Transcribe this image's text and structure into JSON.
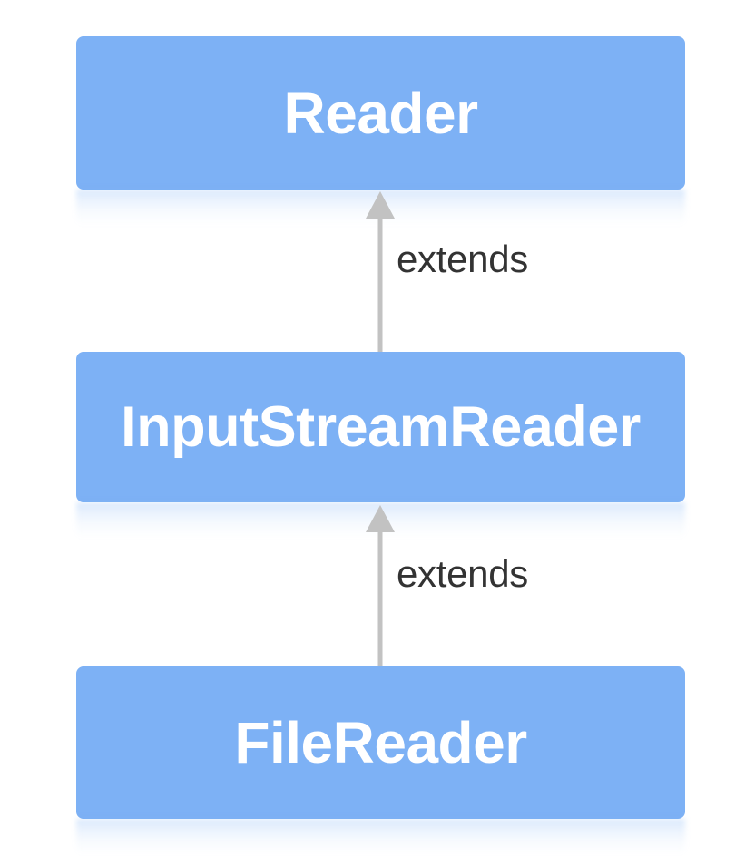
{
  "diagram": {
    "type": "class-hierarchy",
    "background_color": "#ffffff",
    "box_color": "#7db1f5",
    "box_text_color": "#ffffff",
    "arrow_color": "#c2c2c2",
    "label_color": "#333333",
    "classes": [
      {
        "name": "Reader"
      },
      {
        "name": "InputStreamReader"
      },
      {
        "name": "FileReader"
      }
    ],
    "relations": [
      {
        "label": "extends",
        "from": "InputStreamReader",
        "to": "Reader"
      },
      {
        "label": "extends",
        "from": "FileReader",
        "to": "InputStreamReader"
      }
    ]
  }
}
